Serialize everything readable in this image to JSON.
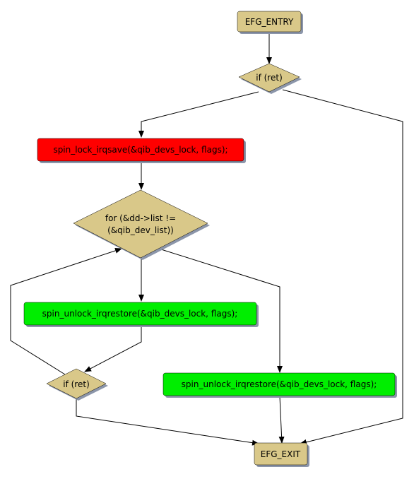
{
  "nodes": {
    "entry": {
      "label": "EFG_ENTRY",
      "fill": "#d9c889"
    },
    "if_ret_top": {
      "label": "if (ret)",
      "fill": "#d9c889"
    },
    "spin_lock": {
      "label": "spin_lock_irqsave(&qib_devs_lock, flags);",
      "fill": "#ff0000"
    },
    "for_loop": {
      "line1": "for (&dd->list !=",
      "line2": "(&qib_dev_list))",
      "fill": "#d9c889"
    },
    "unlock_left": {
      "label": "spin_unlock_irqrestore(&qib_devs_lock, flags);",
      "fill": "#00ee00"
    },
    "if_ret_bottom": {
      "label": "if (ret)",
      "fill": "#d9c889"
    },
    "unlock_right": {
      "label": "spin_unlock_irqrestore(&qib_devs_lock, flags);",
      "fill": "#00ee00"
    },
    "exit": {
      "label": "EFG_EXIT",
      "fill": "#d9c889"
    }
  },
  "colors": {
    "edge": "#000000",
    "shadow": "#8c96aa"
  }
}
